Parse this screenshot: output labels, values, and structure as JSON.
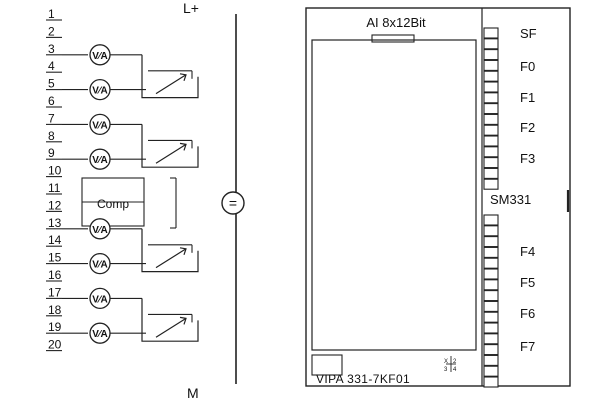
{
  "wiring": {
    "supply_plus": "L+",
    "supply_minus": "M",
    "comp_label": "Comp",
    "isolation_symbol": "=",
    "terminals": [
      "1",
      "2",
      "3",
      "4",
      "5",
      "6",
      "7",
      "8",
      "9",
      "10",
      "11",
      "12",
      "13",
      "14",
      "15",
      "16",
      "17",
      "18",
      "19",
      "20"
    ],
    "sensor_icon": "voltage-current-source-icon",
    "potentiometer_icon": "potentiometer-icon"
  },
  "module": {
    "type_label": "AI 8x12Bit",
    "upper_leds": [
      "SF",
      "F0",
      "F1",
      "F2",
      "F3"
    ],
    "sm_label": "SM331",
    "lower_leds": [
      "F4",
      "F5",
      "F6",
      "F7"
    ],
    "order_number": "VIPA 331-7KF01",
    "switch_marks": [
      "X",
      "2",
      "3",
      "4"
    ]
  },
  "colors": {
    "line": "#222222",
    "background": "#ffffff"
  }
}
